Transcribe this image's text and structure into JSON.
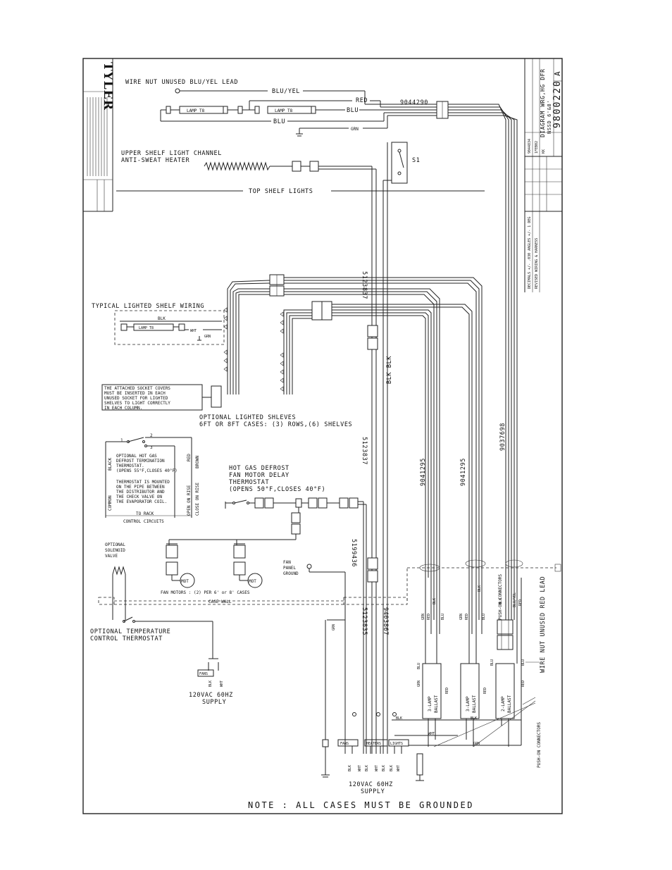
{
  "sheet": {
    "brand": "TYLER",
    "note": "NOTE : ALL CASES MUST BE GROUNDED"
  },
  "title_block": {
    "title_line1": "DIAGRAM WRG,HG DFR",
    "title_line2": "NSSD 6'&8'",
    "drawing_number": "9800220",
    "revision": "A",
    "rev_description": "REVISED WIRING & HARNESS",
    "tolerances": "DECIMALS +/- .030  ANGLES +/- 1 DEG",
    "date": "1FEB02",
    "drawn_by": "KK",
    "ref": "9044834"
  },
  "labels": {
    "wire_nut_top": "WIRE NUT UNUSED BLU/YEL LEAD",
    "blu_yel": "BLU/YEL",
    "red": "RED",
    "blu": "BLU",
    "grn": "GRN",
    "blk": "BLK",
    "wht": "WHT",
    "brown": "BROWN",
    "black": "BLACK",
    "lamp": "LAMP T8",
    "part_9044290": "9044290",
    "heater_line1": "UPPER SHELF LIGHT CHANNEL",
    "heater_line2": "ANTI-SWEAT HEATER",
    "s1": "S1",
    "top_shelf": "TOP SHELF LIGHTS",
    "typical_shelf": "TYPICAL LIGHTED SHELF WIRING",
    "socket_note1": "THE ATTACHED SOCKET COVERS",
    "socket_note2": "MUST BE INSERTED IN EACH",
    "socket_note3": "UNUSED SOCKET FOR LIGHTED",
    "socket_note4": "SHELVES TO LIGHT CORRECTLY",
    "socket_note5": "IN EACH COLUMN.",
    "opt_shelves1": "OPTIONAL LIGHTED SHLEVES",
    "opt_shelves2": "6FT OR 8FT CASES: (3) ROWS,(6) SHELVES",
    "thermo1": "OPTIONAL HOT GAS",
    "thermo2": "DEFROST TERMINATION",
    "thermo3": "THERMOSTAT.",
    "thermo4": "(OPENS 55°F,CLOSES 40°F)",
    "thermo5": "THERMOSTAT IS MOUNTED",
    "thermo6": "ON THE PIPE BETWEEN",
    "thermo7": "THE DISTRIBUTOR AND",
    "thermo8": "THE CHECK VALVE ON",
    "thermo9": "THE EVAPORATOR COIL.",
    "common": "COMMON",
    "open_rise": "OPEN ON RISE",
    "close_rise": "CLOSE ON RISE",
    "to_rack": "TO RACK",
    "control_circuits": "CONTROL CIRCUITS",
    "n1": "1",
    "n2": "2",
    "n3": "3",
    "fan_delay1": "HOT GAS DEFROST",
    "fan_delay2": "FAN MOTOR DELAY",
    "fan_delay3": "THERMOSTAT",
    "fan_delay4": "(OPENS 50°F,CLOSES 40°F)",
    "solenoid1": "OPTIONAL",
    "solenoid2": "SOLENOID",
    "solenoid3": "VALVE",
    "mot": "MOT",
    "fan_motors": "FAN MOTORS : (2) PER 6' or 8' CASES",
    "case_wall": "CASE WALL",
    "fan_ground1": "FAN",
    "fan_ground2": "PANEL",
    "fan_ground3": "GROUND",
    "temp_ctrl1": "OPTIONAL TEMPERATURE",
    "temp_ctrl2": "CONTROL THERMOSTAT",
    "fans": "FANS",
    "supply_left1": "120VAC  60HZ",
    "supply_left2": "SUPPLY",
    "supply_bottom1": "120VAC  60HZ",
    "supply_bottom2": "SUPPLY",
    "heaters": "HEATERS",
    "lights": "LIGHTS",
    "p5123837": "5123837",
    "p5199436": "5199436",
    "p5123835": "5123835",
    "p9403867": "9403867",
    "p9041295": "9041295",
    "p9037698": "9037698",
    "blk_blk": "BLK BLK",
    "ballast3": "3-LAMP",
    "ballast2": "2-LAMP",
    "ballast_word": "BALLAST",
    "push_on": "PUSH-ON CONNECTORS",
    "wire_nut_red": "WIRE NUT UNUSED RED LEAD"
  }
}
